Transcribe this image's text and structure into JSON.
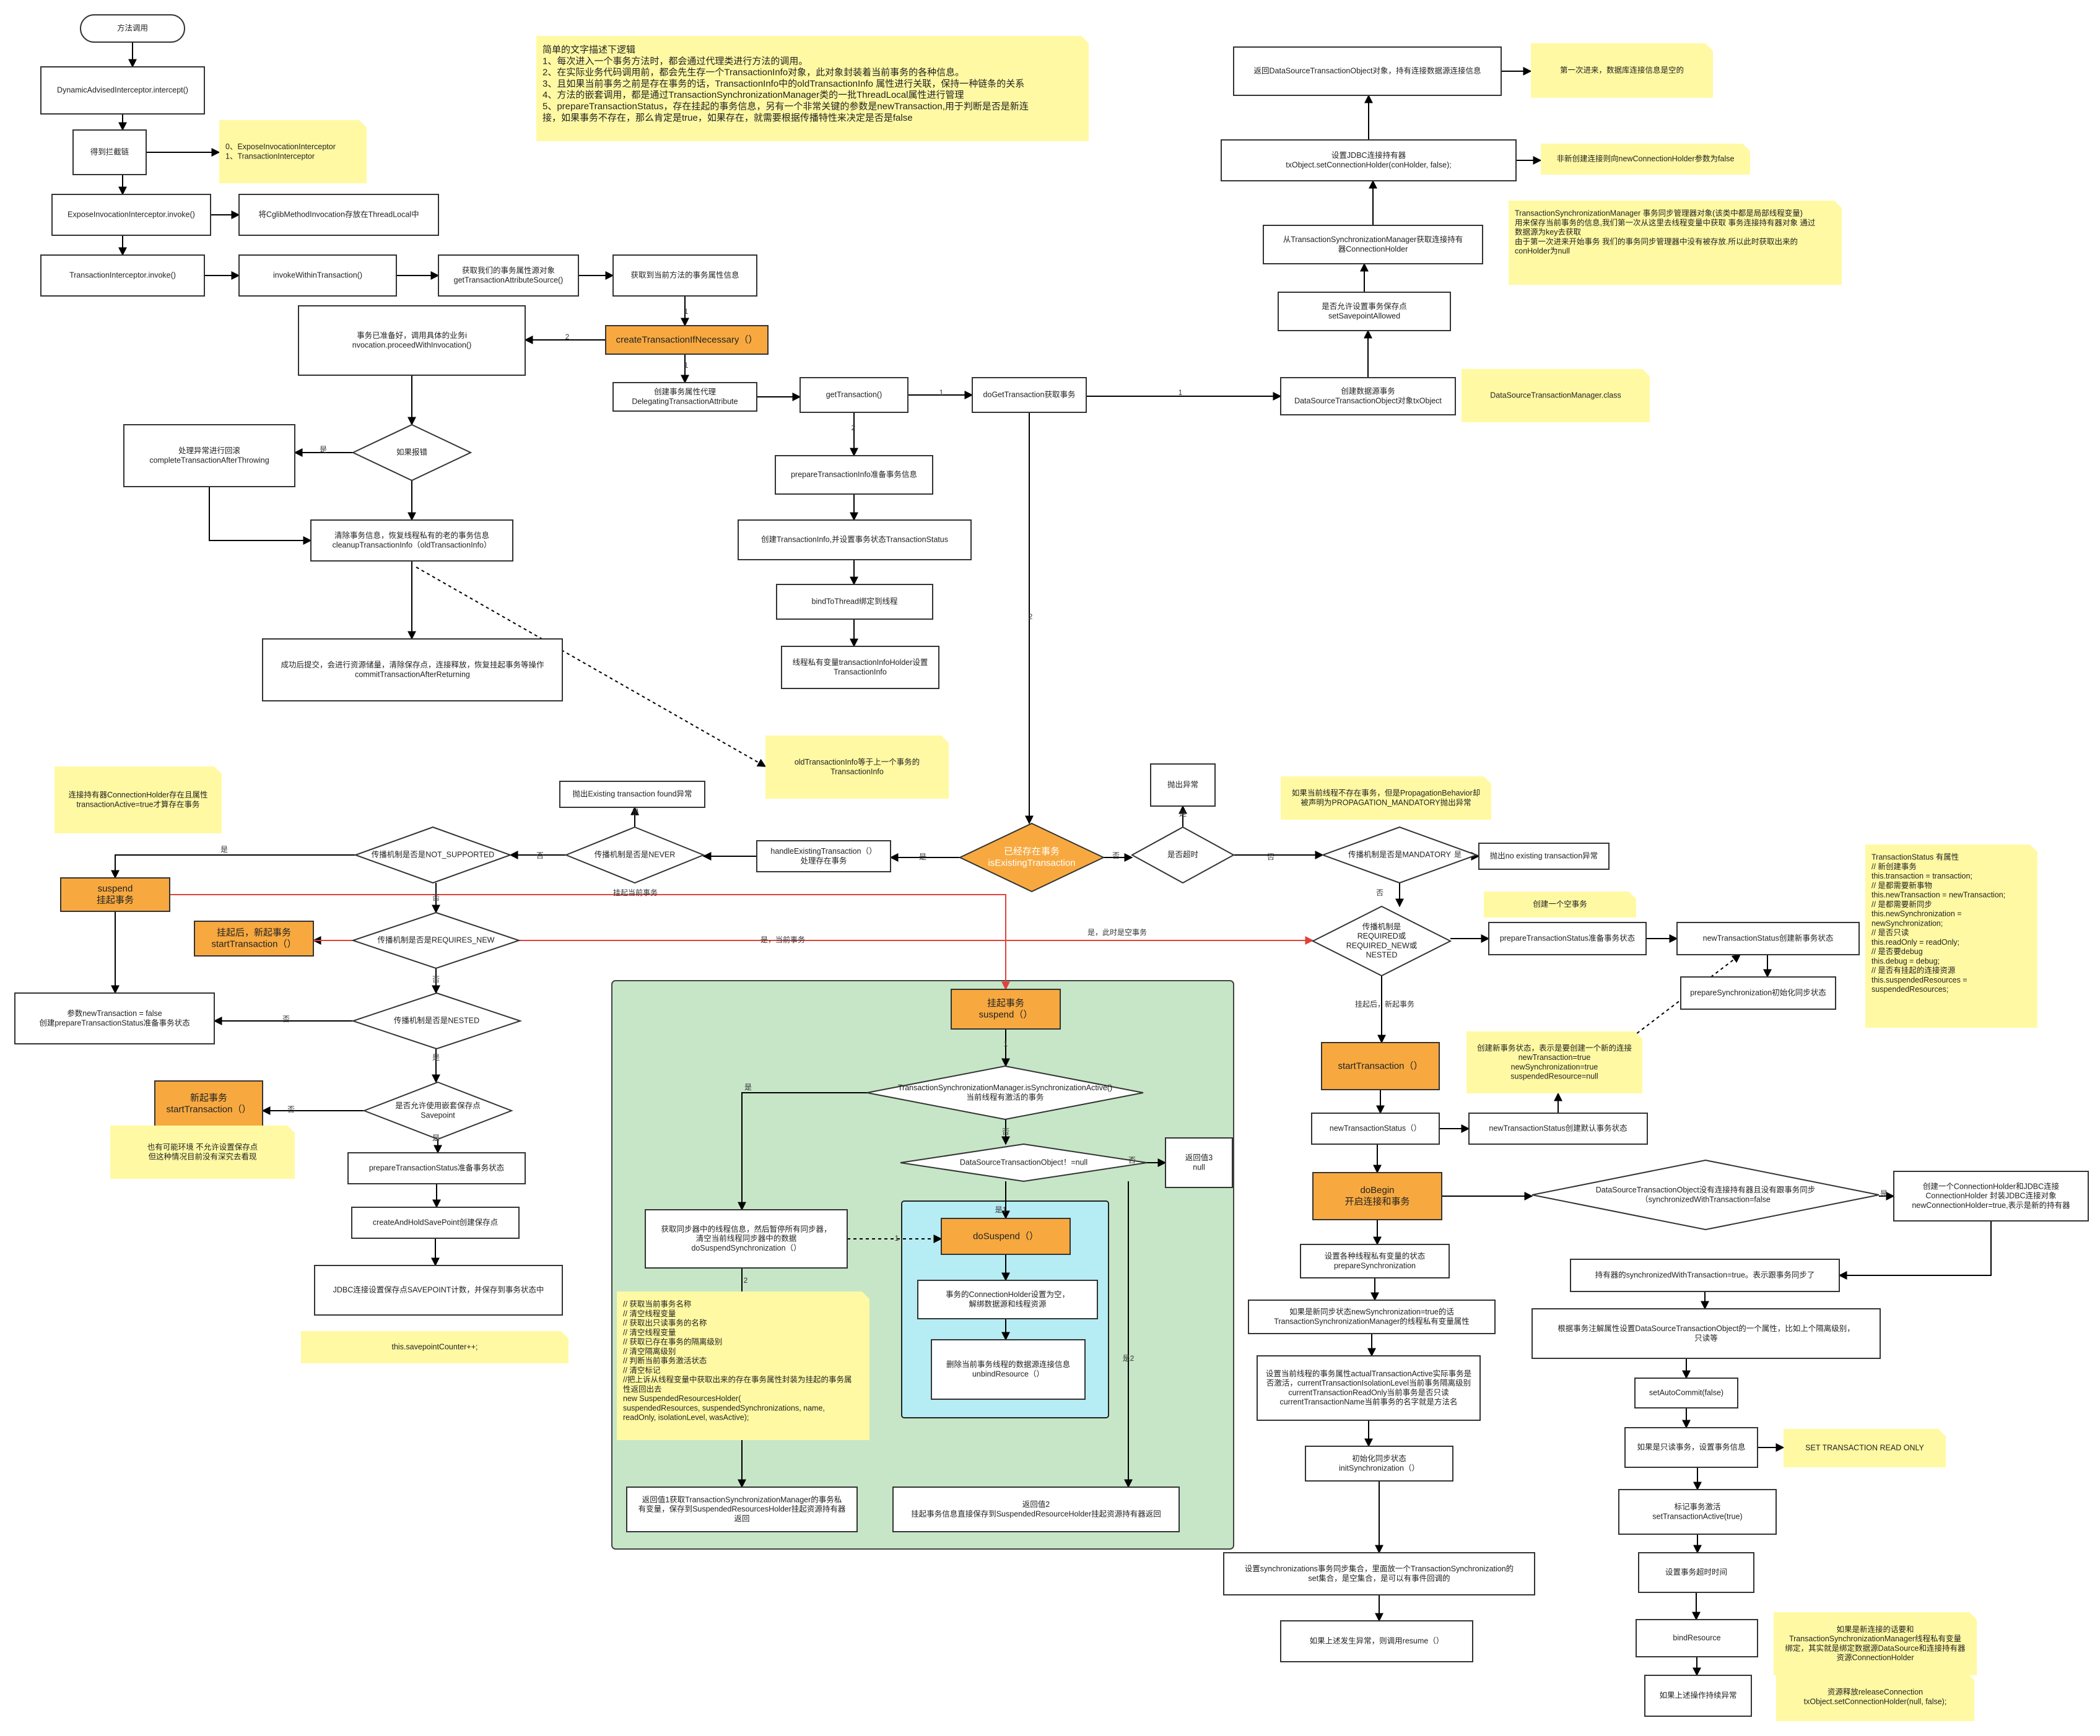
{
  "diagram": {
    "nodes": [
      {
        "id": "start",
        "text": "方法调用",
        "shape": "round"
      },
      {
        "id": "n_dyn",
        "text": "DynamicAdvisedInterceptor.intercept()"
      },
      {
        "id": "n_chain",
        "text": "得到拦截链"
      },
      {
        "id": "note_chain",
        "text": "0、ExposeInvocationInterceptor\n1、TransactionInterceptor",
        "shape": "note"
      },
      {
        "id": "n_expose",
        "text": "ExposeInvocationInterceptor.invoke()"
      },
      {
        "id": "n_cglib",
        "text": "将CglibMethodInvocation存放在ThreadLocal中"
      },
      {
        "id": "n_txint",
        "text": "TransactionInterceptor.invoke()"
      },
      {
        "id": "n_iwt",
        "text": "invokeWithinTransaction()"
      },
      {
        "id": "n_getattrsrc",
        "text": "获取我们的事务属性源对象\ngetTransactionAttributeSource()"
      },
      {
        "id": "n_getattr",
        "text": "获取到当前方法的事务属性信息"
      },
      {
        "id": "note_main",
        "text": "简单的文字描述下逻辑\n1、每次进入一个事务方法时，都会通过代理类进行方法的调用。\n2、在实际业务代码调用前，都会先生存一个TransactionInfo对象，此对象封装着当前事务的各种信息。\n3、且如果当前事务之前是存在事务的话，TransactionInfo中的oldTransactionInfo 属性进行关联，保持一种链条的关系\n4、方法的嵌套调用，都是通过TransactionSynchronizationManager类的一批ThreadLocal属性进行管理\n5、prepareTransactionStatus，存在挂起的事务信息，另有一个非常关键的参数是newTransaction,用于判断是否是新连\n接，如果事务不存在，那么肯定是true，如果存在，就需要根据传播特性来决定是否是false",
        "shape": "note"
      },
      {
        "id": "n_ready",
        "text": "事务已准备好，调用具体的业务i\nnvocation.proceedWithInvocation()"
      },
      {
        "id": "n_create",
        "text": "createTransactionIfNecessary（）",
        "shape": "orange"
      },
      {
        "id": "n_deleg",
        "text": "创建事务属性代理\nDelegatingTransactionAttribute"
      },
      {
        "id": "n_gettx",
        "text": "getTransaction()"
      },
      {
        "id": "n_dogettx",
        "text": "doGetTransaction获取事务"
      },
      {
        "id": "n_exc_d",
        "text": "如果报错",
        "shape": "diamond"
      },
      {
        "id": "n_exc",
        "text": "处理异常进行回滚\ncompleteTransactionAfterThrowing"
      },
      {
        "id": "n_cleanup",
        "text": "清除事务信息，恢复线程私有的老的事务信息\ncleanupTransactionInfo（oldTransactionInfo）"
      },
      {
        "id": "n_commit",
        "text": "成功后提交，会进行资源储量，清除保存点，连接释放，恢复挂起事务等操作\ncommitTransactionAfterReturning"
      },
      {
        "id": "n_prepinfo",
        "text": "prepareTransactionInfo准备事务信息"
      },
      {
        "id": "n_createinfo",
        "text": "创建TransactionInfo,并设置事务状态TransactionStatus"
      },
      {
        "id": "n_bind",
        "text": "bindToThread绑定到线程"
      },
      {
        "id": "n_tlset",
        "text": "线程私有变量transactionInfoHolder设置\nTransactionInfo"
      },
      {
        "id": "note_oldinfo",
        "text": "oldTransactionInfo等于上一个事务的\nTransactionInfo",
        "shape": "note"
      },
      {
        "id": "n_retdstx",
        "text": "返回DataSourceTransactionObject对象，持有连接数据源连接信息"
      },
      {
        "id": "note_first",
        "text": "第一次进来，数据库连接信息是空的",
        "shape": "note"
      },
      {
        "id": "n_setconn",
        "text": "设置JDBC连接持有器\ntxObject.setConnectionHolder(conHolder, false);"
      },
      {
        "id": "note_nonnew",
        "text": "非新创建连接则向newConnectionHolder参数为false",
        "shape": "note"
      },
      {
        "id": "n_tsmget",
        "text": "从TransactionSynchronizationManager获取连接持有\n器ConnectionHolder"
      },
      {
        "id": "note_tsm",
        "text": "TransactionSynchronizationManager 事务同步管理器对象(该类中都是局部线程变量)\n用来保存当前事务的信息,我们第一次从这里去线程变量中获取 事务连接持有器对象 通过\n数据源为key去获取\n由于第一次进来开始事务 我们的事务同步管理器中没有被存放.所以此时获取出来的\nconHolder为null",
        "shape": "note"
      },
      {
        "id": "n_savept",
        "text": "是否允许设置事务保存点\nsetSavepointAllowed"
      },
      {
        "id": "n_createds",
        "text": "创建数据源事务\nDataSourceTransactionObject对象txObject"
      },
      {
        "id": "note_dstm",
        "text": "DataSourceTransactionManager.class",
        "shape": "note"
      },
      {
        "id": "note_suspend_cond",
        "text": "连接持有器ConnectionHolder存在且属性\ntransactionActive=true才算存在事务",
        "shape": "note"
      },
      {
        "id": "n_throw_found",
        "text": "抛出Existing transaction found异常"
      },
      {
        "id": "n_throw_exc",
        "text": "抛出异常"
      },
      {
        "id": "note_mandatory",
        "text": "如果当前线程不存在事务，但是PropagationBehavior却\n被声明为PROPAGATION_MANDATORY抛出异常",
        "shape": "note"
      },
      {
        "id": "n_suspend_l",
        "text": "suspend\n挂起事务",
        "shape": "orange"
      },
      {
        "id": "n_not_sup",
        "text": "传播机制是否是NOT_SUPPORTED",
        "shape": "diamond"
      },
      {
        "id": "n_never",
        "text": "传播机制是否是NEVER",
        "shape": "diamond"
      },
      {
        "id": "n_handle",
        "text": "handleExistingTransaction（）\n处理存在事务"
      },
      {
        "id": "n_exists",
        "text": "已经存在事务\nisExistingTransaction",
        "shape": "orange_diamond"
      },
      {
        "id": "n_timeout",
        "text": "是否超时",
        "shape": "diamond"
      },
      {
        "id": "n_mand",
        "text": "传播机制是否是MANDATORY",
        "shape": "diamond"
      },
      {
        "id": "n_throw_noexist",
        "text": "抛出no existing transaction异常"
      },
      {
        "id": "n_susp_start",
        "text": "挂起后，新起事务\nstartTransaction（）",
        "shape": "orange"
      },
      {
        "id": "n_req_new",
        "text": "传播机制是否是REQUIRES_NEW",
        "shape": "diamond"
      },
      {
        "id": "n_nested",
        "text": "传播机制是否是NESTED",
        "shape": "diamond"
      },
      {
        "id": "n_prep_false",
        "text": "参数newTransaction = false\n创建prepareTransactionStatus准备事务状态"
      },
      {
        "id": "n_new_start",
        "text": "新起事务\nstartTransaction（）",
        "shape": "orange"
      },
      {
        "id": "n_sp_d",
        "text": "是否允许使用嵌套保存点\nSavepoint",
        "shape": "diamond"
      },
      {
        "id": "note_jta",
        "text": "也有可能环境 不允许设置保存点\n但这种情况目前没有深究去看现",
        "shape": "note"
      },
      {
        "id": "n_prep_status",
        "text": "prepareTransactionStatus准备事务状态"
      },
      {
        "id": "n_create_sp",
        "text": "createAndHoldSavePoint创建保存点"
      },
      {
        "id": "n_jdbc_sp",
        "text": "JDBC连接设置保存点SAVEPOINT计数，并保存到事务状态中"
      },
      {
        "id": "note_spc",
        "text": "this.savepointCounter++;",
        "shape": "note"
      },
      {
        "id": "note_empty",
        "text": "创建一个空事务",
        "shape": "note"
      },
      {
        "id": "n_req_d",
        "text": "传播机制是\nREQUIRED或\nREQUIRED_NEW或\nNESTED",
        "shape": "diamond"
      },
      {
        "id": "n_prep_status2",
        "text": "prepareTransactionStatus准备事务状态"
      },
      {
        "id": "n_newts",
        "text": "newTransactionStatus创建新事务状态"
      },
      {
        "id": "n_prepsync",
        "text": "prepareSynchronization初始化同步状态"
      },
      {
        "id": "note_status",
        "text": "TransactionStatus 有属性\n// 新创建事务\nthis.transaction = transaction;\n// 是都需要新事物\nthis.newTransaction = newTransaction;\n// 是都需要新同步\nthis.newSynchronization =\nnewSynchronization;\n// 是否只读\nthis.readOnly = readOnly;\n// 是否要debug\nthis.debug = debug;\n// 是否有挂起的连接资源\nthis.suspendedResources =\nsuspendedResources;",
        "shape": "note"
      },
      {
        "id": "n_susp_g",
        "text": "挂起事务\nsuspend（）",
        "shape": "orange"
      },
      {
        "id": "n_syncactive",
        "text": "TransactionSynchronizationManager.isSynchronizationActive()\n当前线程有激活的事务",
        "shape": "diamond"
      },
      {
        "id": "n_dstxnull",
        "text": "DataSourceTransactionObject！=null",
        "shape": "diamond"
      },
      {
        "id": "n_ret3",
        "text": "返回值3\nnull"
      },
      {
        "id": "n_getsync",
        "text": "获取同步器中的线程信息，然后暂停所有同步器，\n清空当前线程同步器中的数据\ndoSuspendSynchronization（）"
      },
      {
        "id": "n_dosuspend",
        "text": "doSuspend（）",
        "shape": "orange"
      },
      {
        "id": "n_unbindconn",
        "text": "事务的ConnectionHolder设置为空，\n解绑数据源和线程资源"
      },
      {
        "id": "n_unbindres",
        "text": "删除当前事务线程的数据源连接信息\nunbindResource（）"
      },
      {
        "id": "note_suspinfo",
        "text": "// 获取当前事务名称\n// 清空线程变量\n// 获取出只读事务的名称\n// 清空线程变量\n// 获取已存在事务的隔离级别\n// 清空隔离级别\n// 判断当前事务激活状态\n// 清空标记\n//把上诉从线程变量中获取出来的存在事务属性封装为挂起的事务属\n性返回出去\nnew SuspendedResourcesHolder(\nsuspendedResources, suspendedSynchronizations, name,\nreadOnly, isolationLevel, wasActive);",
        "shape": "note"
      },
      {
        "id": "n_ret1",
        "text": "返回值1获取TransactionSynchronizationManager的事务私\n有变量，保存到SuspendedResourcesHolder挂起资源持有器\n返回"
      },
      {
        "id": "n_ret2",
        "text": "返回值2\n挂起事务信息直接保存到SuspendedResourceHolder挂起资源持有器返回"
      },
      {
        "id": "n_start_r",
        "text": "startTransaction（）",
        "shape": "orange"
      },
      {
        "id": "note_newconn",
        "text": "创建新事务状态，表示是要创建一个新的连接\nnewTransaction=true\nnewSynchronization=true\nsuspendedResource=null",
        "shape": "note"
      },
      {
        "id": "n_newts2",
        "text": "newTransactionStatus（）"
      },
      {
        "id": "n_newts_def",
        "text": "newTransactionStatus创建默认事务状态"
      },
      {
        "id": "n_dobegin",
        "text": "doBegin\n开启连接和事务",
        "shape": "orange"
      },
      {
        "id": "n_dsconn_d",
        "text": "DataSourceTransactionObject没有连接持有器且没有跟事务同步\n（synchronizedWithTransaction=false",
        "shape": "diamond"
      },
      {
        "id": "n_create_ch",
        "text": "创建一个ConnectionHolder和JDBC连接\nConnectionHolder 封装JDBC连接对象\nnewConnectionHolder=true,表示是新的持有器"
      },
      {
        "id": "n_holder_sync",
        "text": "持有器的synchronizedWithTransaction=true。表示跟事务同步了"
      },
      {
        "id": "n_set_attr",
        "text": "根据事务注解属性设置DataSourceTransactionObject的一个属性，比如上个隔离级别，\n只读等"
      },
      {
        "id": "n_autocommit",
        "text": "setAutoCommit(false)"
      },
      {
        "id": "n_readonly",
        "text": "如果是只读事务，设置事务信息"
      },
      {
        "id": "note_ro",
        "text": "SET TRANSACTION READ ONLY",
        "shape": "note"
      },
      {
        "id": "n_active",
        "text": "标记事务激活\nsetTransactionActive(true)"
      },
      {
        "id": "n_timeout2",
        "text": "设置事务超时时间"
      },
      {
        "id": "n_bindres",
        "text": "bindResource"
      },
      {
        "id": "note_bindres",
        "text": "如果是新连接的话要和\nTransactionSynchronizationManager线程私有变量\n绑定，其实就是绑定数据源DataSource和连接持有器\n资源ConnectionHolder",
        "shape": "note"
      },
      {
        "id": "n_release",
        "text": "如果上述操作持续异常"
      },
      {
        "id": "note_release",
        "text": "资源释放releaseConnection\ntxObject.setConnectionHolder(null, false);",
        "shape": "note"
      },
      {
        "id": "n_prepsync2",
        "text": "设置各种线程私有变量的状态\nprepareSynchronization"
      },
      {
        "id": "n_newsync",
        "text": "如果是新同步状态newSynchronization=true的话\nTransactionSynchronizationManager的线程私有变量属性"
      },
      {
        "id": "n_setsync",
        "text": "设置当前线程的事务属性actualTransactionActive实际事务是\n否激活，currentTransactionIsolationLevel当前事务隔离级别\ncurrentTransactionReadOnly当前事务是否只读\ncurrentTransactionName当前事务的名字就是方法名"
      },
      {
        "id": "n_initsync",
        "text": "初始化同步状态\ninitSynchronization（）"
      },
      {
        "id": "n_setsyncs",
        "text": "设置synchronizations事务同步集合，里面放一个TransactionSynchronization的\nset集合，是空集合，是可以有事件回调的"
      },
      {
        "id": "n_resume",
        "text": "如果上述发生异常，则调用resume（）"
      }
    ],
    "edge_labels": [
      {
        "id": "l_1a",
        "text": "1"
      },
      {
        "id": "l_2a",
        "text": "2"
      },
      {
        "id": "l_1b",
        "text": "1"
      },
      {
        "id": "l_shi_exc",
        "text": "是"
      },
      {
        "id": "l_1c",
        "text": "1"
      },
      {
        "id": "l_2b",
        "text": "2"
      },
      {
        "id": "l_1d",
        "text": "1"
      },
      {
        "id": "l_2c",
        "text": "2"
      },
      {
        "id": "l_shi_never",
        "text": "是"
      },
      {
        "id": "l_shi_notsup",
        "text": "是"
      },
      {
        "id": "l_fou_never",
        "text": "否"
      },
      {
        "id": "l_shi_handle",
        "text": "是"
      },
      {
        "id": "l_fou_exists",
        "text": "否"
      },
      {
        "id": "l_shi_timeout",
        "text": "是"
      },
      {
        "id": "l_fou_timeout",
        "text": "否"
      },
      {
        "id": "l_shi_mand",
        "text": "是"
      },
      {
        "id": "l_fou_mand",
        "text": "否"
      },
      {
        "id": "l_fou_notsup",
        "text": "否"
      },
      {
        "id": "l_susp_cur",
        "text": "挂起当前事务"
      },
      {
        "id": "l_shi_reqnew",
        "text": "是，当前事务"
      },
      {
        "id": "l_fou_reqnew",
        "text": "否"
      },
      {
        "id": "l_shi_empty",
        "text": "是，此时是空事务"
      },
      {
        "id": "l_fou_nested",
        "text": "否"
      },
      {
        "id": "l_shi_nested",
        "text": "是"
      },
      {
        "id": "l_fou_sp",
        "text": "否"
      },
      {
        "id": "l_shi_sp",
        "text": "是"
      },
      {
        "id": "l_susp_new",
        "text": "挂起后，新起事务"
      },
      {
        "id": "l_1e",
        "text": "1"
      },
      {
        "id": "l_shi_sync",
        "text": "是"
      },
      {
        "id": "l_fou_sync",
        "text": "否"
      },
      {
        "id": "l_fou_dstx",
        "text": "否"
      },
      {
        "id": "l_shi_dstx",
        "text": "是1"
      },
      {
        "id": "l_1f",
        "text": "1"
      },
      {
        "id": "l_2d",
        "text": "2"
      },
      {
        "id": "l_shi2",
        "text": "是2"
      },
      {
        "id": "l_shi_dsconn",
        "text": "是"
      }
    ]
  }
}
